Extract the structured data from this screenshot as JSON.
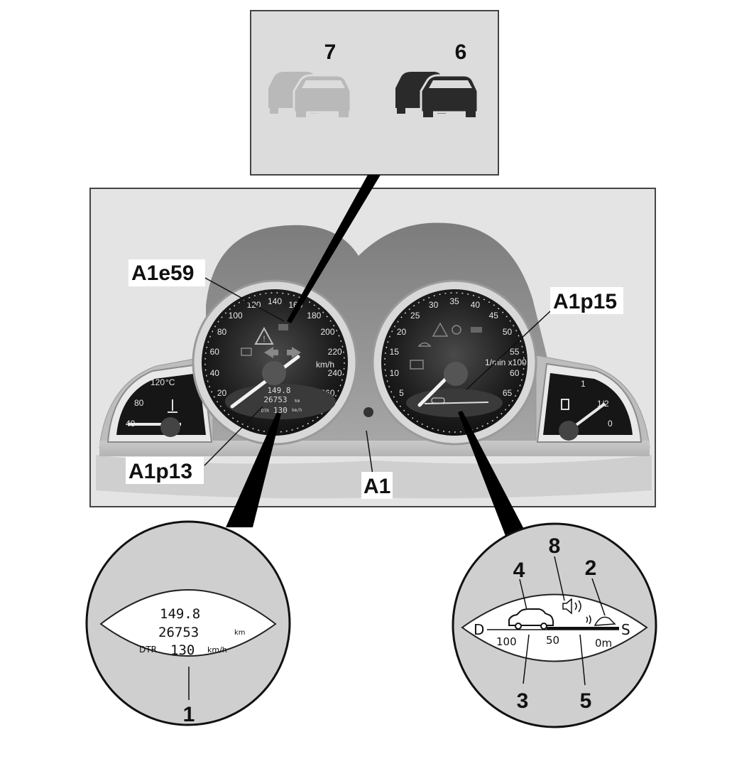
{
  "labels": {
    "A1e59": "A1e59",
    "A1p15": "A1p15",
    "A1p13": "A1p13",
    "A1": "A1",
    "n7": "7",
    "n6": "6",
    "n1": "1",
    "n2": "2",
    "n3": "3",
    "n4": "4",
    "n5": "5",
    "n8": "8"
  },
  "speedometer": {
    "ticks": [
      "20",
      "40",
      "60",
      "80",
      "100",
      "120",
      "140",
      "160",
      "180",
      "200",
      "220",
      "240",
      "260"
    ],
    "unit": "km/h",
    "odometer_trip": "149.8",
    "odometer_total": "26753",
    "odometer_unit": "km",
    "dtr_label": "DTR",
    "dtr_speed": "130",
    "dtr_unit": "km/h"
  },
  "tachometer": {
    "ticks": [
      "5",
      "10",
      "15",
      "20",
      "25",
      "30",
      "35",
      "40",
      "45",
      "50",
      "55",
      "60",
      "65"
    ],
    "unit": "1/min x100"
  },
  "temp_gauge": {
    "ticks": [
      "40",
      "80",
      "120"
    ],
    "unit": "°C"
  },
  "fuel_gauge": {
    "ticks": [
      "0",
      "1/2",
      "1"
    ]
  },
  "zoom_left": {
    "trip": "149.8",
    "total": "26753",
    "total_unit": "km",
    "dtr_label": "DTR",
    "dtr_speed": "130",
    "dtr_unit": "km/h"
  },
  "zoom_right": {
    "left_letter": "D",
    "right_letter": "S",
    "scale_100": "100",
    "scale_50": "50",
    "scale_0": "0m"
  }
}
